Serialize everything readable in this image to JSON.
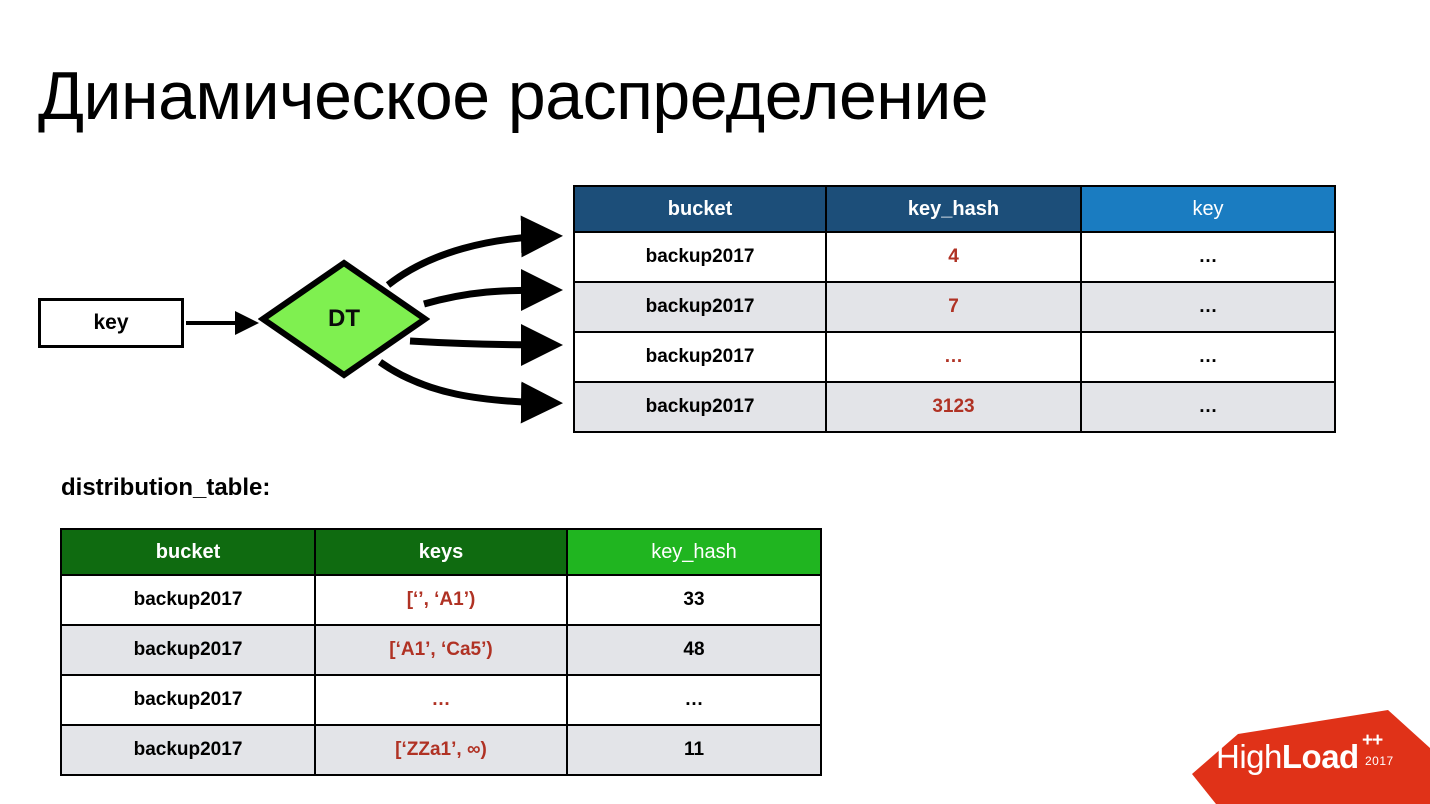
{
  "slide": {
    "title": "Динамическое распределение"
  },
  "diagram": {
    "input_box_label": "key",
    "decision_label": "DT",
    "decision_fill": "#7ff050",
    "arrow_count": 4
  },
  "top_table": {
    "headers": [
      "bucket",
      "key_hash",
      "key"
    ],
    "header_colors": [
      "#1c4e79",
      "#1c4e79",
      "#1a7cc1"
    ],
    "value_color": "#b03224",
    "rows": [
      {
        "bucket": "backup2017",
        "key_hash": "4",
        "key": "…"
      },
      {
        "bucket": "backup2017",
        "key_hash": "7",
        "key": "…"
      },
      {
        "bucket": "backup2017",
        "key_hash": "…",
        "key": "…"
      },
      {
        "bucket": "backup2017",
        "key_hash": "3123",
        "key": "…"
      }
    ]
  },
  "bottom_table": {
    "label": "distribution_table:",
    "headers": [
      "bucket",
      "keys",
      "key_hash"
    ],
    "header_colors": [
      "#0f6b10",
      "#0f6b10",
      "#20b520"
    ],
    "value_color": "#b03224",
    "rows": [
      {
        "bucket": "backup2017",
        "keys": "[‘’, ‘A1’)",
        "key_hash": "33"
      },
      {
        "bucket": "backup2017",
        "keys": "[‘A1’, ‘Ca5’)",
        "key_hash": "48"
      },
      {
        "bucket": "backup2017",
        "keys": "…",
        "key_hash": "…"
      },
      {
        "bucket": "backup2017",
        "keys": "[‘ZZa1’, ∞)",
        "key_hash": "11"
      }
    ]
  },
  "logo": {
    "part1": "High",
    "part2": "Load",
    "plus": "++",
    "year": "2017",
    "color": "#e03218"
  }
}
